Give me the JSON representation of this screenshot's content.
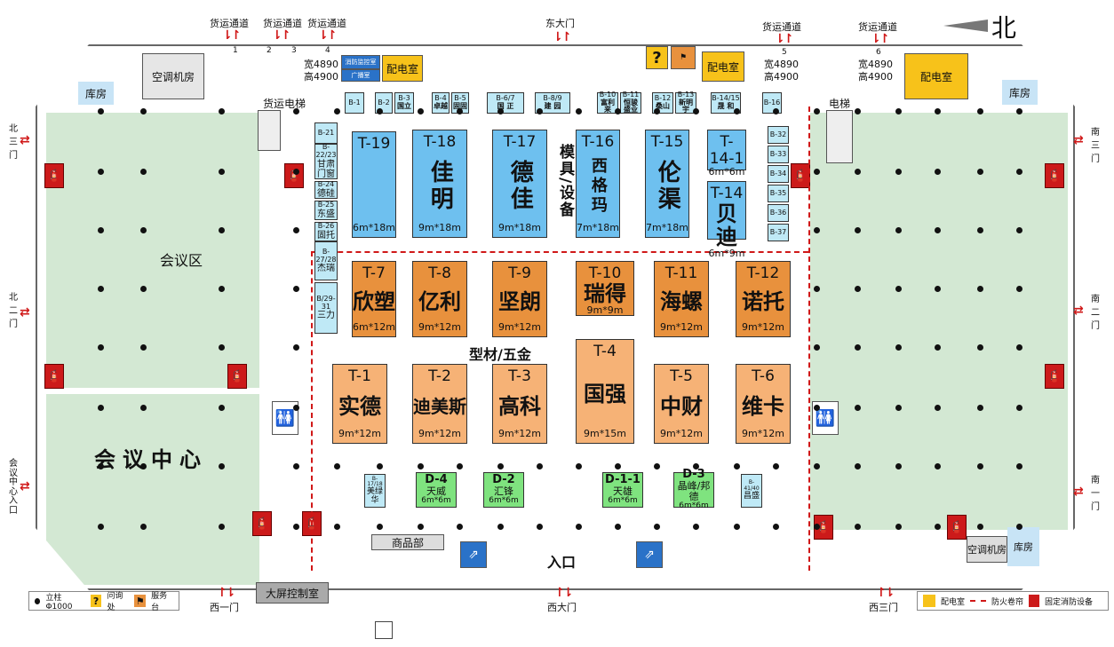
{
  "compass": {
    "label": "北"
  },
  "top_gates": {
    "freight": [
      "货运通道",
      "货运通道",
      "货运通道"
    ],
    "numbers": [
      "1",
      "2",
      "3",
      "4",
      "5",
      "6"
    ],
    "east_gate": "东大门",
    "right_freight": [
      "货运通道",
      "货运通道"
    ],
    "width_height": [
      "宽4890",
      "高4900"
    ]
  },
  "rooms": {
    "ac_left": "空调机房",
    "warehouse_left": "库房",
    "fire_control": "消防监控室",
    "broadcast": "广播室",
    "power_left": "配电室",
    "freight_elevator": "货运电梯",
    "power_mid": "配电室",
    "elevator": "电梯",
    "power_right": "配电室",
    "warehouse_right": "库房",
    "meeting_area": "会议区",
    "meeting_center": "会议中心",
    "shop": "商品部",
    "big_screen": "大屏控制室",
    "ac_right": "空调机房",
    "warehouse_br": "库房",
    "entrance": "入口"
  },
  "side_gates": {
    "north3": "北三门",
    "north2": "北二门",
    "meeting_gate": "会议中心入口",
    "south3": "南三门",
    "south2": "南二门",
    "south1": "南一门",
    "west1": "西一门",
    "west_main": "西大门",
    "west3": "西三门"
  },
  "b_row": [
    {
      "code": "B-1",
      "name": ""
    },
    {
      "code": "B-2",
      "name": ""
    },
    {
      "code": "B-3",
      "name": "国立"
    },
    {
      "code": "B-4",
      "name": "卓越"
    },
    {
      "code": "B-5",
      "name": "固固"
    },
    {
      "code": "B-6/7",
      "name": "国 正"
    },
    {
      "code": "B-8/9",
      "name": "建 园"
    },
    {
      "code": "B-10",
      "name": "富利来"
    },
    {
      "code": "B-11",
      "name": "恒骏盛业"
    },
    {
      "code": "B-12",
      "name": "桑山"
    },
    {
      "code": "B-13",
      "name": "新明宇"
    },
    {
      "code": "B-14/15",
      "name": "晟 和"
    },
    {
      "code": "B-16",
      "name": ""
    }
  ],
  "b_left_col": [
    {
      "code": "B-21",
      "name": ""
    },
    {
      "code": "B-22/23",
      "name": "甘肃门窗"
    },
    {
      "code": "B-24",
      "name": "德硅"
    },
    {
      "code": "B-25",
      "name": "东盛"
    },
    {
      "code": "B-26",
      "name": "固托"
    },
    {
      "code": "B-27/28",
      "name": "杰瑞"
    },
    {
      "code": "B/29-31",
      "name": "三力"
    }
  ],
  "b_right_col": [
    "B-32",
    "B-33",
    "B-34",
    "B-35",
    "B-36",
    "B-37"
  ],
  "t_booths": [
    {
      "code": "T-19",
      "name": "",
      "size": "6m*18m"
    },
    {
      "code": "T-18",
      "name": "佳明",
      "size": "9m*18m"
    },
    {
      "code": "T-17",
      "name": "德佳",
      "size": "9m*18m"
    },
    {
      "code": "T-16",
      "name": "西格玛",
      "size": "7m*18m"
    },
    {
      "code": "T-15",
      "name": "伦渠",
      "size": "7m*18m"
    },
    {
      "code": "T-14-1",
      "name": "",
      "size": "6m*6m"
    },
    {
      "code": "T-14",
      "name": "贝迪",
      "size": "6m*9m"
    },
    {
      "code": "T-7",
      "name": "欣塑",
      "size": "6m*12m"
    },
    {
      "code": "T-8",
      "name": "亿利",
      "size": "9m*12m"
    },
    {
      "code": "T-9",
      "name": "坚朗",
      "size": "9m*12m"
    },
    {
      "code": "T-10",
      "name": "瑞得",
      "size": "9m*9m"
    },
    {
      "code": "T-11",
      "name": "海螺",
      "size": "9m*12m"
    },
    {
      "code": "T-12",
      "name": "诺托",
      "size": "9m*12m"
    },
    {
      "code": "T-1",
      "name": "实德",
      "size": "9m*12m"
    },
    {
      "code": "T-2",
      "name": "迪美斯",
      "size": "9m*12m"
    },
    {
      "code": "T-3",
      "name": "高科",
      "size": "9m*12m"
    },
    {
      "code": "T-4",
      "name": "国强",
      "size": "9m*15m"
    },
    {
      "code": "T-5",
      "name": "中财",
      "size": "9m*12m"
    },
    {
      "code": "T-6",
      "name": "维卡",
      "size": "9m*12m"
    }
  ],
  "zone_labels": {
    "mold": "模具/设备",
    "profile": "型材/五金"
  },
  "d_booths": [
    {
      "code": "D-4",
      "name": "天威",
      "size": "6m*6m"
    },
    {
      "code": "D-2",
      "name": "汇锋",
      "size": "6m*6m"
    },
    {
      "code": "D-1-1",
      "name": "天雄",
      "size": "6m*6m"
    },
    {
      "code": "D-3",
      "name": "晶峰/邦德",
      "size": "6m*6m"
    }
  ],
  "small_bottom": [
    {
      "code": "B-17/18",
      "name": "美绿华"
    },
    {
      "code": "B-41/40",
      "name": "昌盛"
    }
  ],
  "legend": {
    "column": "立柱Φ1000",
    "inquiry": "问询处",
    "service": "服务台",
    "power": "配电室",
    "fire_shutter": "防火卷帘",
    "fire_equipment": "固定消防设备"
  },
  "colors": {
    "blue": "#6ec0ef",
    "orange": "#e8913d",
    "peach": "#f6b276",
    "green": "#7fe37f",
    "meeting": "#d3e8d3",
    "power": "#f7c21a",
    "red": "#cc1a1a"
  }
}
